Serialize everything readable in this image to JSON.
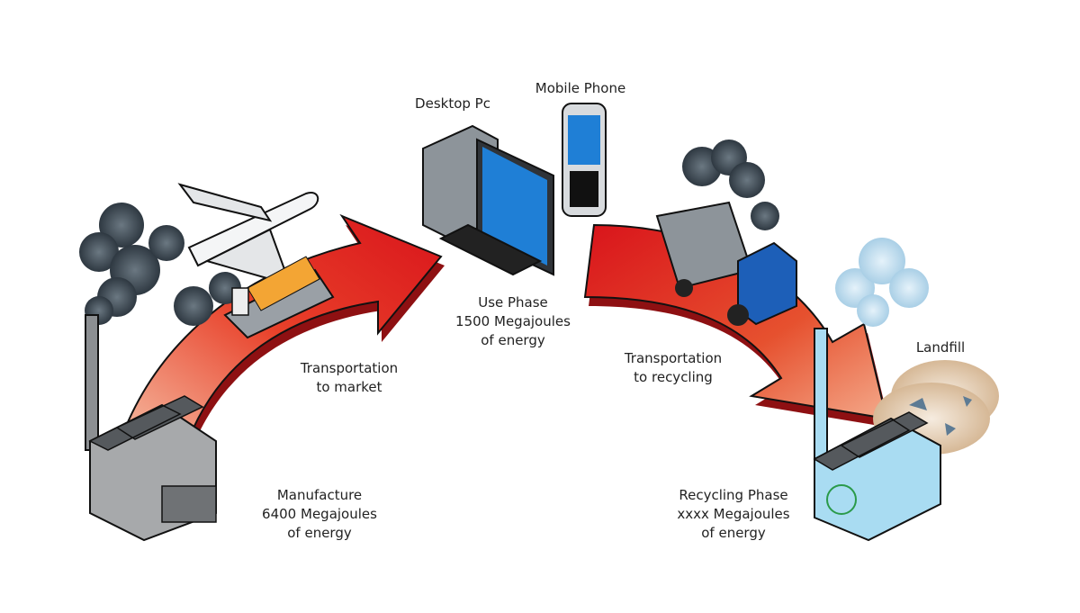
{
  "labels": {
    "desktop": "Desktop Pc",
    "mobile": "Mobile Phone",
    "use_phase": [
      "Use Phase",
      "1500 Megajoules",
      "of energy"
    ],
    "transport_market": [
      "Transportation",
      "to market"
    ],
    "transport_recycling": [
      "Transportation",
      "to recycling"
    ],
    "landfill": "Landfill",
    "manufacture": [
      "Manufacture",
      "6400 Megajoules",
      "of energy"
    ],
    "recycling_phase": [
      "Recycling Phase",
      "xxxx Megajoules",
      "of energy"
    ]
  },
  "colors": {
    "arrow": "#d9141b",
    "arrow_dark": "#8e1012",
    "smoke_dark": "#3d4a55",
    "smoke_light": "#bcd9ea",
    "factory_gray": "#a7a9ab",
    "factory_blue": "#a9dcf2",
    "screen": "#1f7fd6",
    "truck": "#1d5fb8"
  }
}
